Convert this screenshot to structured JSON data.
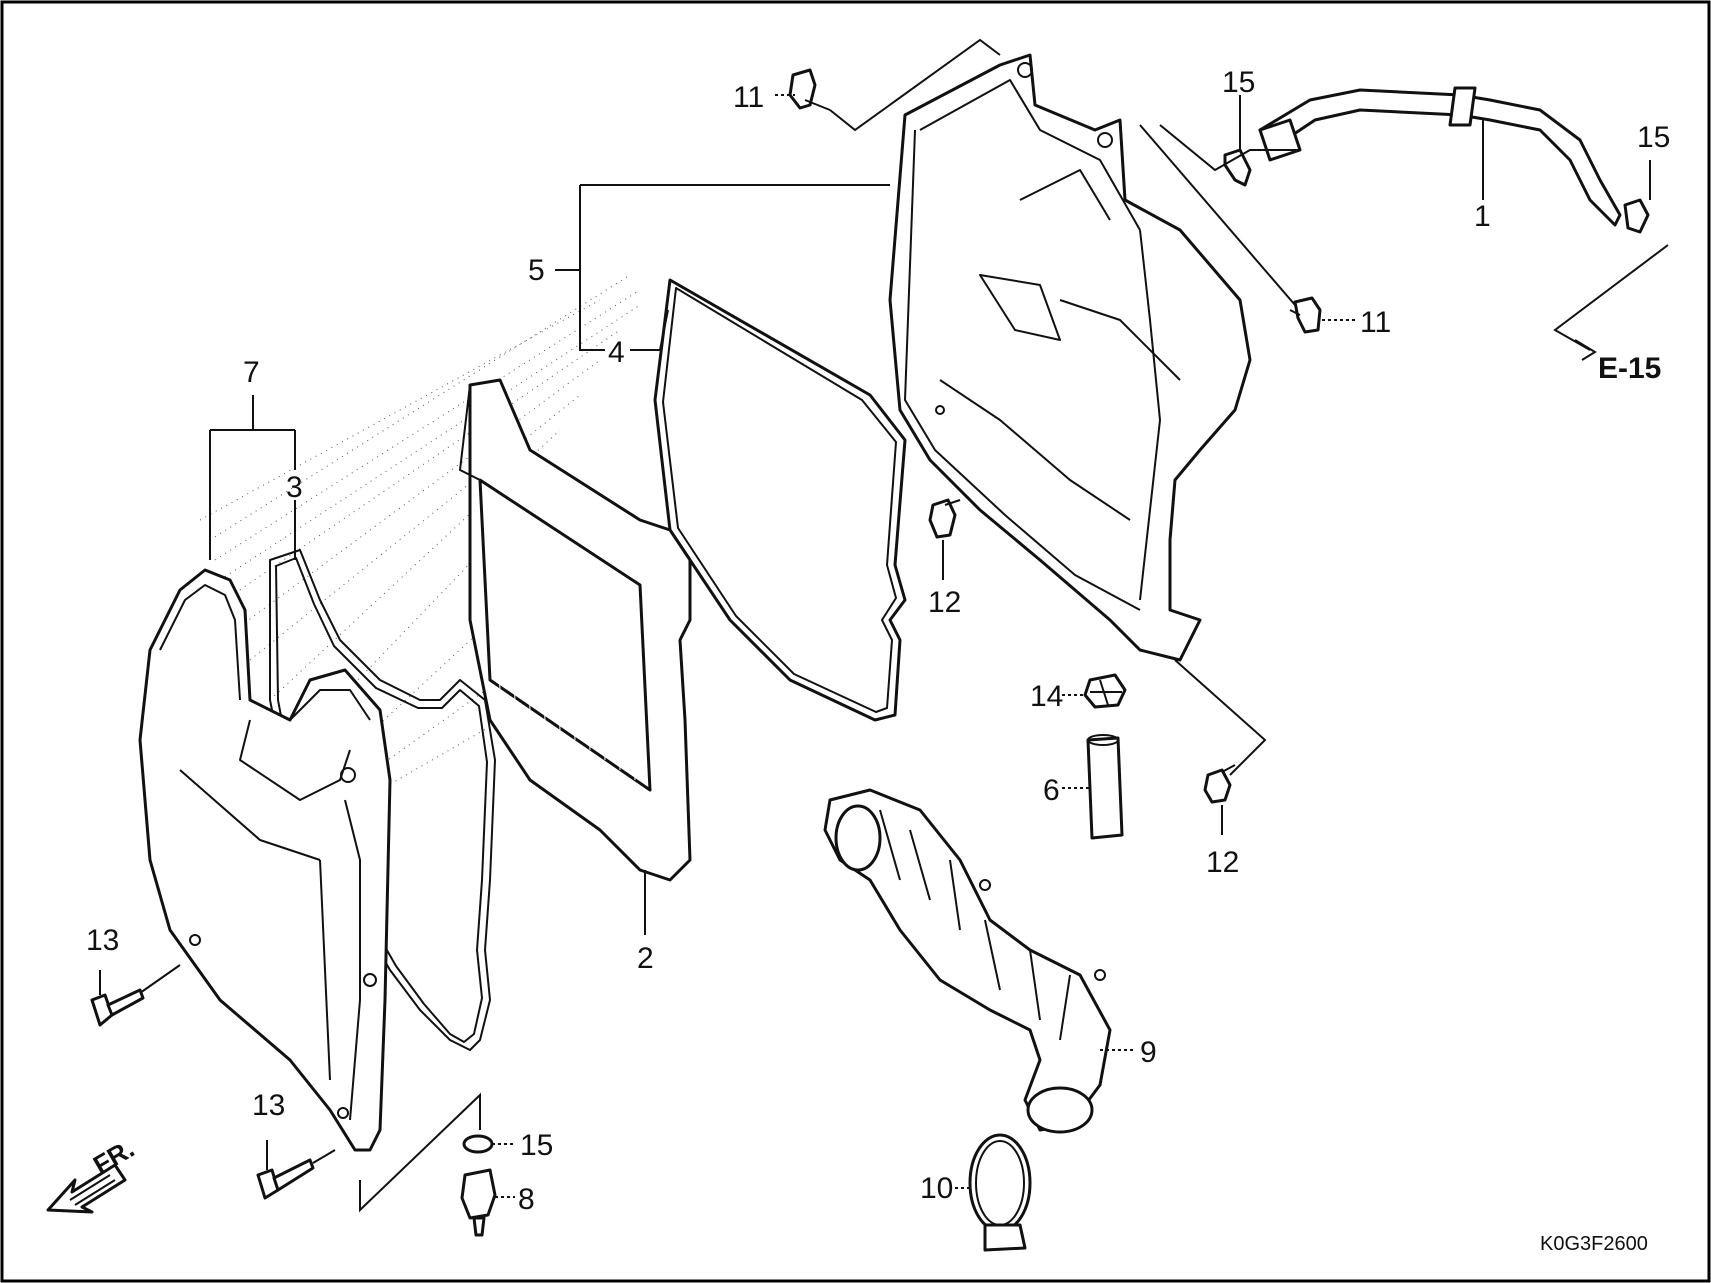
{
  "diagram": {
    "labels": {
      "p1": "1",
      "p2": "2",
      "p3": "3",
      "p4": "4",
      "p5": "5",
      "p6": "6",
      "p7": "7",
      "p8": "8",
      "p9": "9",
      "p10": "10",
      "p11a": "11",
      "p11b": "11",
      "p12a": "12",
      "p12b": "12",
      "p13a": "13",
      "p13b": "13",
      "p14": "14",
      "p15a": "15",
      "p15b": "15",
      "p15c": "15"
    },
    "ref_label": "E-15",
    "front_label": "FR.",
    "code": "K0G3F2600"
  }
}
